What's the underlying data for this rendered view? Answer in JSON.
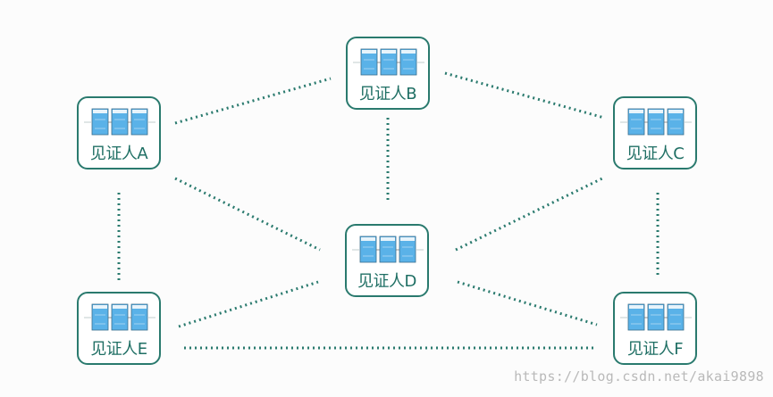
{
  "diagram": {
    "line_color": "#2a7a6e",
    "node_border_color": "#2a7a6e",
    "block_color": "#5ab2e8",
    "nodes": [
      {
        "id": "A",
        "label": "见证人A"
      },
      {
        "id": "B",
        "label": "见证人B"
      },
      {
        "id": "C",
        "label": "见证人C"
      },
      {
        "id": "D",
        "label": "见证人D"
      },
      {
        "id": "E",
        "label": "见证人E"
      },
      {
        "id": "F",
        "label": "见证人F"
      }
    ],
    "connections": [
      [
        "A",
        "B"
      ],
      [
        "B",
        "C"
      ],
      [
        "A",
        "E"
      ],
      [
        "A",
        "D"
      ],
      [
        "B",
        "D"
      ],
      [
        "C",
        "D"
      ],
      [
        "C",
        "F"
      ],
      [
        "D",
        "E"
      ],
      [
        "D",
        "F"
      ],
      [
        "E",
        "F"
      ]
    ]
  },
  "watermark": "https://blog.csdn.net/akai9898"
}
